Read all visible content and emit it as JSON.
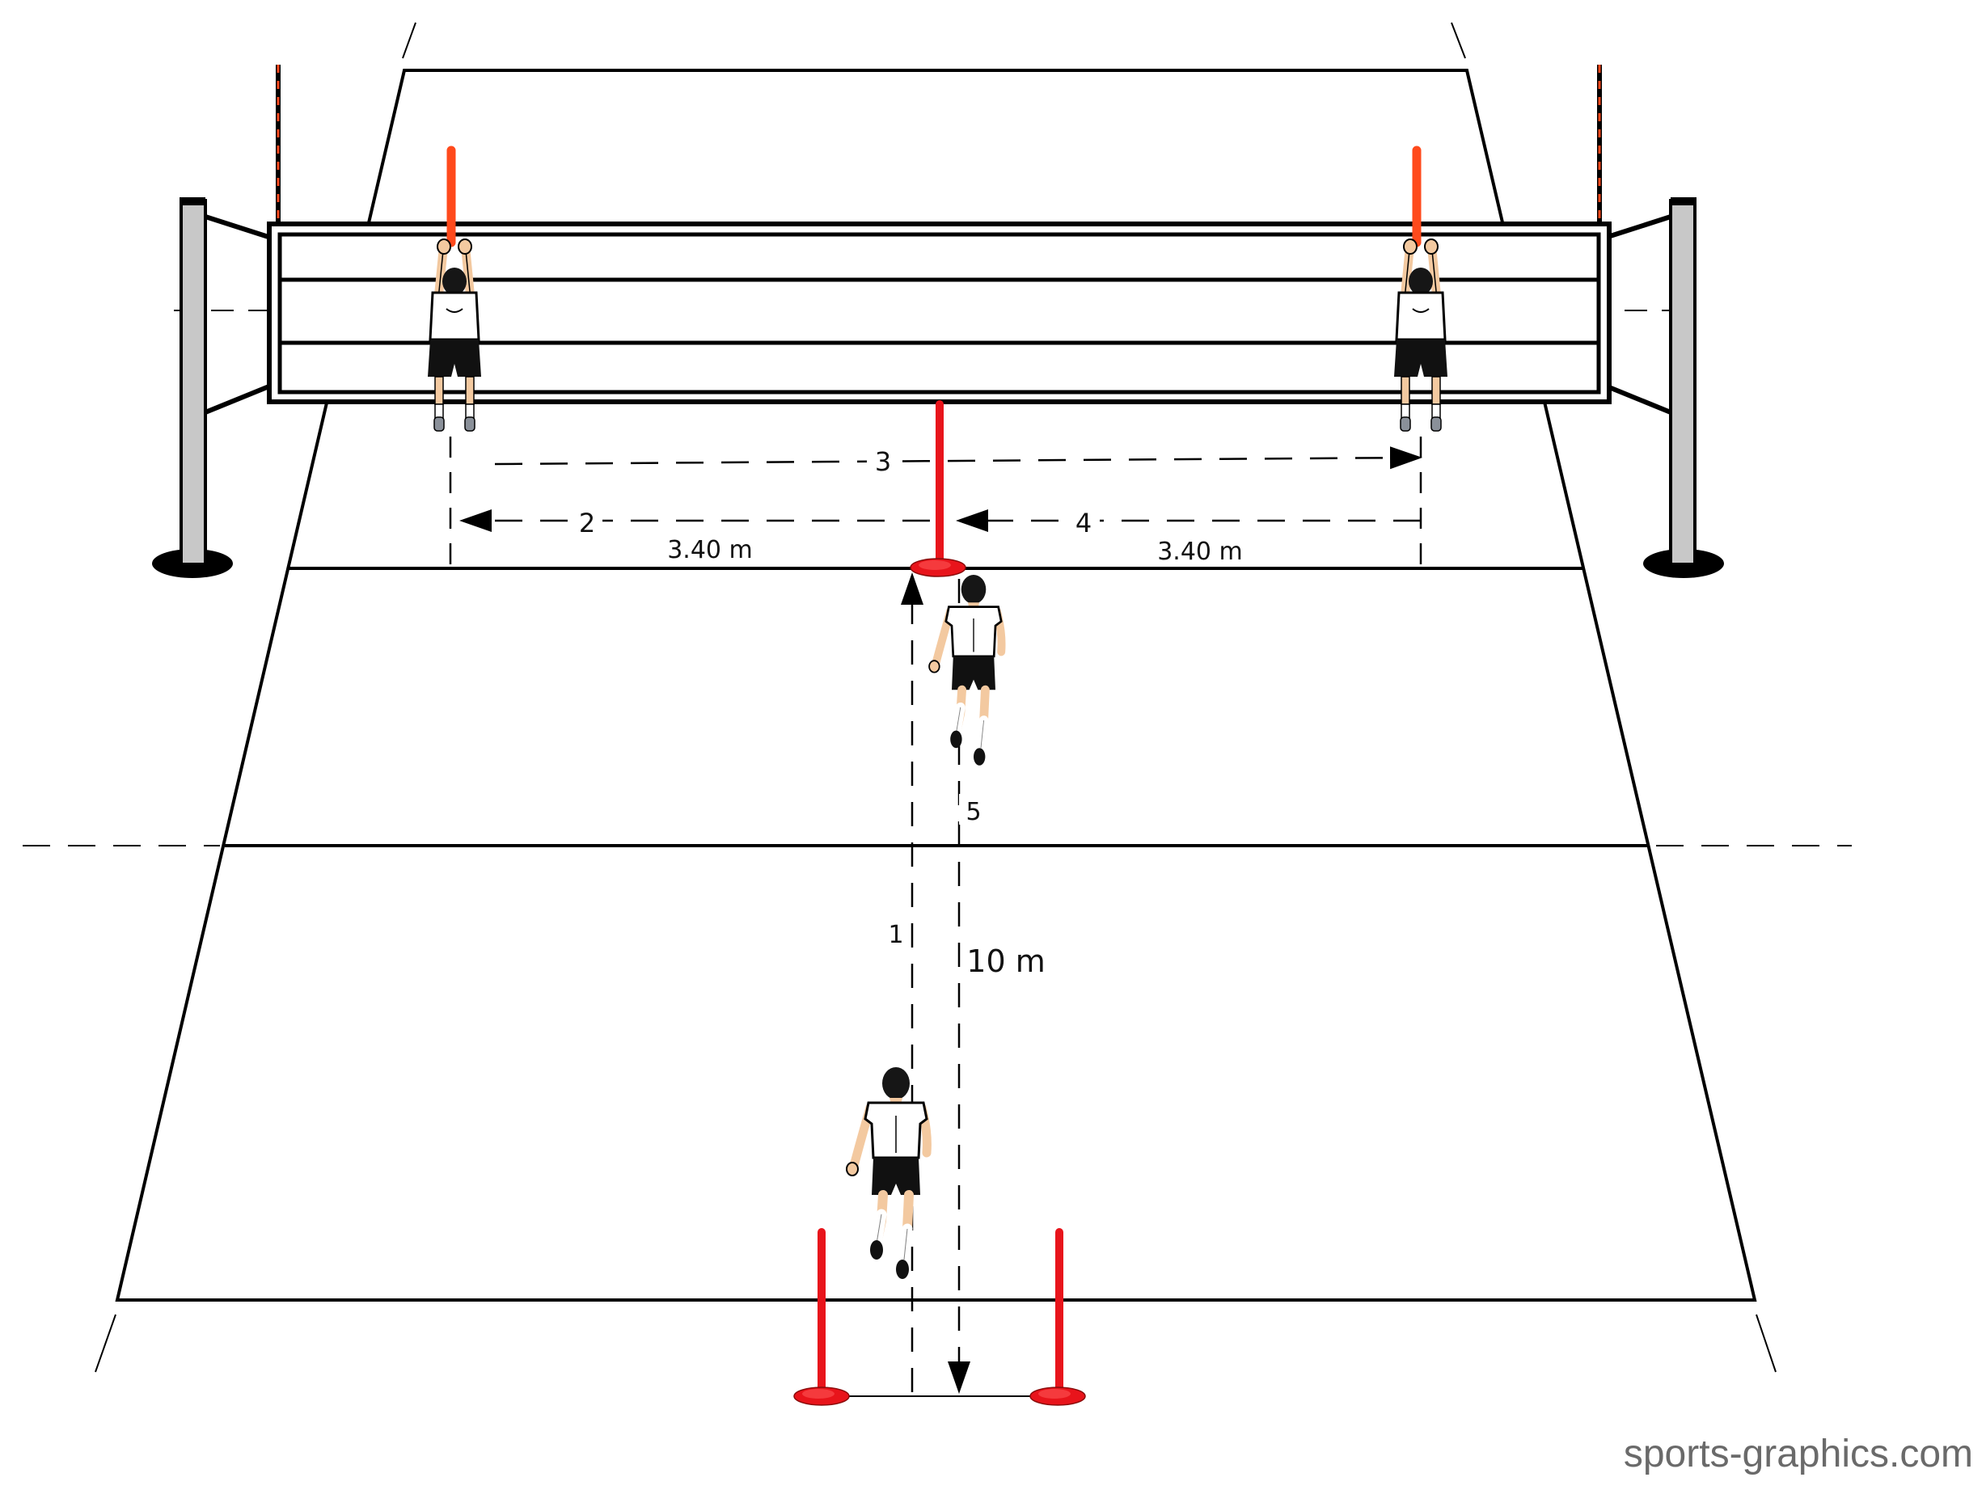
{
  "labels": {
    "path_1": "1",
    "path_2": "2",
    "path_3": "3",
    "path_4": "4",
    "path_5": "5",
    "left_distance": "3.40 m",
    "right_distance": "3.40 m",
    "run_length": "10 m"
  },
  "watermark": "sports-graphics.com",
  "colors": {
    "line": "#000000",
    "marker_red": "#e8141b",
    "marker_orange": "#ff4a1c",
    "shirt": "#ffffff",
    "shorts": "#111111",
    "skin": "#f3c9a0",
    "hair": "#161616",
    "post": "#c8c8c8",
    "watermark": "#6a6a6a"
  }
}
